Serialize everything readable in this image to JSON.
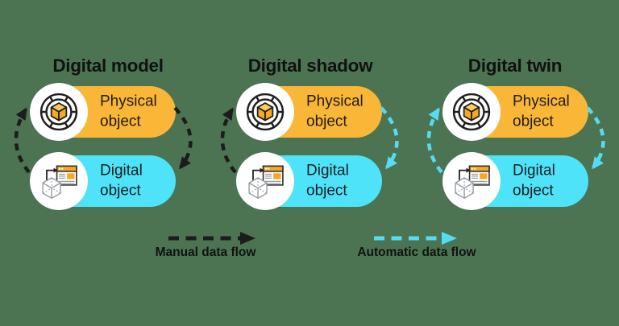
{
  "columns": [
    {
      "title": "Digital model",
      "physical_label": "Physical object",
      "digital_label": "Digital object",
      "up_flow": "manual",
      "down_flow": "manual"
    },
    {
      "title": "Digital shadow",
      "physical_label": "Physical object",
      "digital_label": "Digital object",
      "up_flow": "manual",
      "down_flow": "automatic"
    },
    {
      "title": "Digital twin",
      "physical_label": "Physical object",
      "digital_label": "Digital object",
      "up_flow": "automatic",
      "down_flow": "automatic"
    }
  ],
  "legend": {
    "manual_label": "Manual data flow",
    "automatic_label": "Automatic data flow"
  },
  "icons": {
    "physical": "cube-in-target-circle-icon",
    "digital": "wireframe-cube-to-browser-icon"
  },
  "colors": {
    "background": "#4C7452",
    "physical_pill": "#FAB636",
    "digital_pill": "#4EE3F9",
    "manual_flow": "#1C1C1C",
    "auto_flow": "#55DCF4",
    "title_text": "#111111",
    "pill_text": "#1E1E1E",
    "circle_bg": "#FFFFFF",
    "icon_orange": "#F7A825",
    "icon_orange_light": "#FDCE5A",
    "icon_stroke": "#1F1F1F",
    "wireframe_gray": "#98A0A6"
  }
}
